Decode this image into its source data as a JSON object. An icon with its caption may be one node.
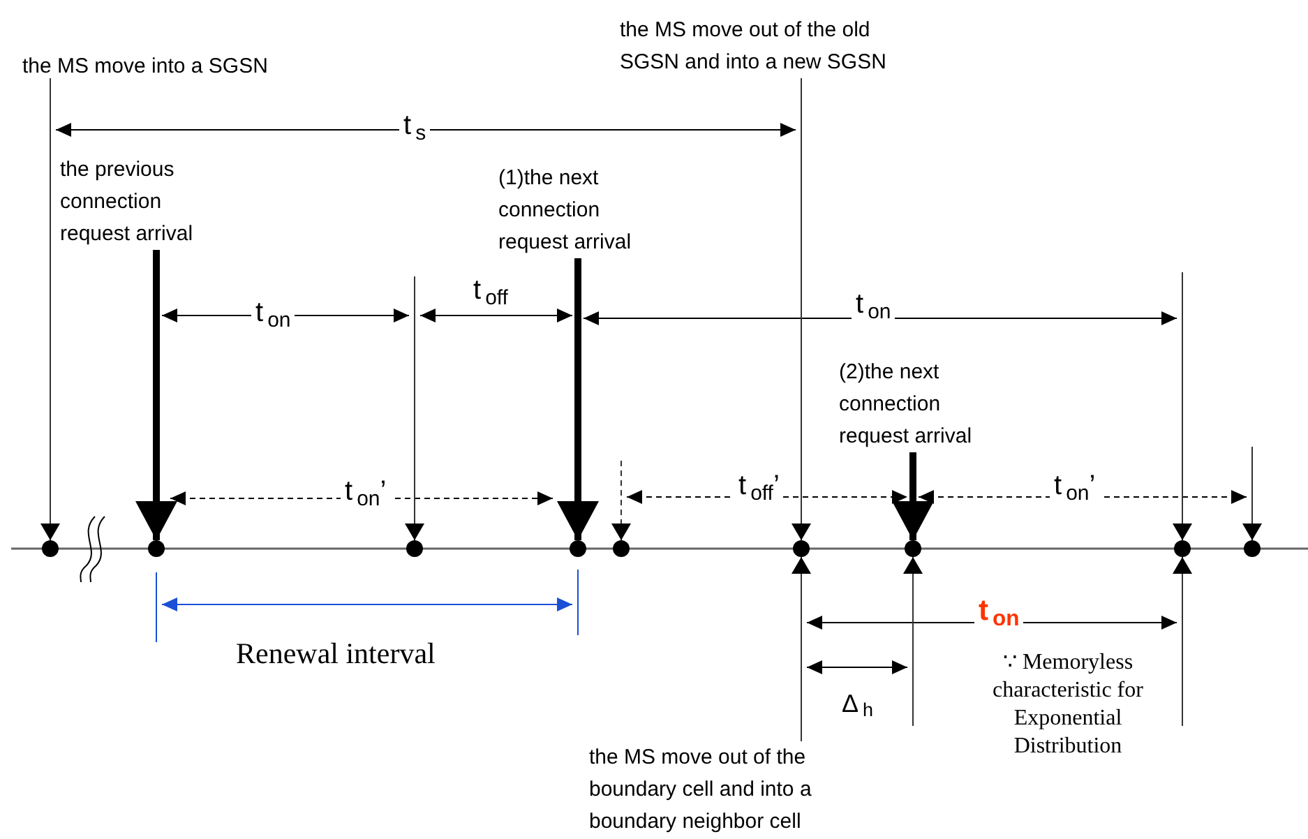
{
  "diagram": {
    "nodes": [
      {
        "text": [
          "the MS move into a SGSN"
        ]
      },
      {
        "text": [
          "the MS move out of the old SGSN and into a new SGSN"
        ]
      },
      {
        "text": [
          "the previous connection request arrival"
        ]
      },
      {
        "text": [
          "(1)the next connection request arrival"
        ]
      },
      {
        "text": [
          "(2)the next connection request arrival"
        ]
      },
      {
        "text": [
          "the MS move out of the boundary cell and into a boundary neighbor cell"
        ]
      },
      {
        "text": [],
        "shape": "circle"
      },
      {
        "text": [],
        "shape": "circle"
      },
      {
        "text": [],
        "shape": "circle"
      },
      {
        "text": [],
        "shape": "circle"
      },
      {
        "text": [],
        "shape": "circle"
      },
      {
        "text": [],
        "shape": "circle"
      },
      {
        "text": [],
        "shape": "circle"
      },
      {
        "text": [],
        "shape": "circle"
      },
      {
        "text": [],
        "shape": "circle"
      }
    ],
    "edges": [
      {
        "from": 0,
        "to": 6,
        "arrow": "to"
      },
      {
        "from": 2,
        "to": 7,
        "arrow": "to",
        "style": "thick"
      },
      {
        "from": null,
        "to": 8,
        "arrow": "to"
      },
      {
        "from": 3,
        "to": 9,
        "arrow": "to",
        "style": "thick"
      },
      {
        "from": null,
        "to": 10,
        "arrow": "to",
        "style": "dashed"
      },
      {
        "from": 1,
        "to": 11,
        "arrow": "to"
      },
      {
        "from": 4,
        "to": 12,
        "arrow": "to",
        "style": "thick"
      },
      {
        "from": null,
        "to": 13,
        "arrow": "to"
      },
      {
        "from": null,
        "to": 14,
        "arrow": "to"
      },
      {
        "from": 5,
        "to": 11,
        "arrow": "to"
      },
      {
        "from": null,
        "to": 12,
        "arrow": "to"
      },
      {
        "from": null,
        "to": 13,
        "arrow": "to"
      }
    ],
    "labels": [
      "t$_{s}$",
      "t$_{on}$",
      "t$_{off}$",
      "t$_{on}$",
      "t$_{on}$’",
      "t$_{off}$’",
      "t$_{on}$’",
      "Renewal interval",
      "t$_{on}$",
      "Δ$_{h}$",
      "∵ Memoryless characteristic for Exponential Distribution"
    ]
  }
}
